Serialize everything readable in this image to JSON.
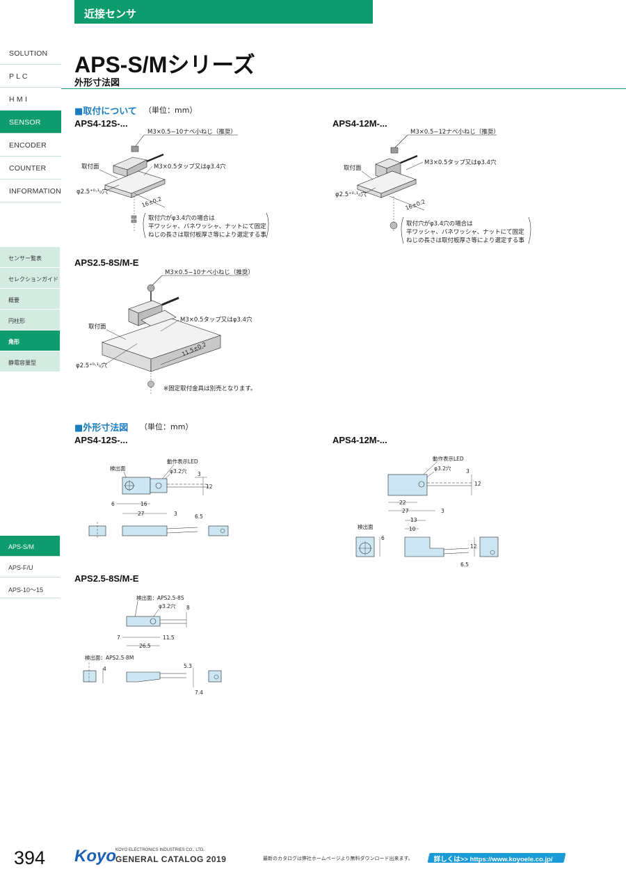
{
  "header": {
    "category": "近接センサ"
  },
  "nav": {
    "main": [
      "SOLUTION",
      "P L C",
      "H M I",
      "SENSOR",
      "ENCODER",
      "COUNTER",
      "INFORMATION"
    ],
    "sub": [
      "センサー覧表",
      "セレクションガイド",
      "概要",
      "円柱形",
      "角形",
      "静電容量型"
    ],
    "series": [
      "APS-S/M",
      "APS-F/U",
      "APS-10〜15"
    ]
  },
  "page": {
    "title": "APS-S/Mシリーズ",
    "subtitle": "外形寸法図"
  },
  "mounting": {
    "heading": "■取付について",
    "unit": "（単位：mm）",
    "aps4_12s": {
      "model": "APS4-12S-...",
      "screw": "M3×0.5−10ナベ小ねじ（推奨）",
      "face": "取付面",
      "tap": "M3×0.5タップ又はφ3.4穴",
      "hole": "φ2.5⁺⁰·¹₀穴",
      "dim": "16±0.2",
      "note1": "取付穴がφ3.4穴の場合は",
      "note2": "平ワッシャ、バネワッシャ、ナットにて固定",
      "note3": "ねじの長さは取付板厚さ等により選定する事"
    },
    "aps4_12m": {
      "model": "APS4-12M-...",
      "screw": "M3×0.5−12ナベ小ねじ（推奨）",
      "face": "取付面",
      "tap": "M3×0.5タップ又はφ3.4穴",
      "hole": "φ2.5⁺⁰·¹₀穴",
      "dim": "16±0.2",
      "note1": "取付穴がφ3.4穴の場合は",
      "note2": "平ワッシャ、バネワッシャ、ナットにて固定",
      "note3": "ねじの長さは取付板厚さ等により選定する事"
    },
    "aps2_5": {
      "model": "APS2.5-8S/M-E",
      "screw": "M3×0.5−10ナベ小ねじ（推奨）",
      "face": "取付面",
      "tap": "M3×0.5タップ又はφ3.4穴",
      "hole": "φ2.5⁺⁰·¹₀穴",
      "dim": "11.5±0.2",
      "note": "※固定取付金具は別売となります。"
    }
  },
  "dimensions": {
    "heading": "■外形寸法図",
    "unit": "（単位：mm）",
    "aps4_12s": {
      "model": "APS4-12S-...",
      "sensing_face": "検出面",
      "led": "動作表示LED",
      "hole": "φ3.2穴",
      "d3": "3",
      "d12": "12",
      "d6": "6",
      "d16": "16",
      "d27": "27",
      "d3b": "3",
      "d6_5": "6.5"
    },
    "aps4_12m": {
      "model": "APS4-12M-...",
      "led": "動作表示LED",
      "hole": "φ3.2穴",
      "sensing_face": "検出面",
      "d3": "3",
      "d12": "12",
      "d22": "22",
      "d27": "27",
      "d3b": "3",
      "d13": "13",
      "d10": "10",
      "d6": "6",
      "d12b": "12",
      "d6_5": "6.5"
    },
    "aps2_5": {
      "model": "APS2.5-8S/M-E",
      "sensing_face_s": "検出面：APS2.5-8S",
      "hole": "φ3.2穴",
      "d8": "8",
      "d7": "7",
      "d11_5": "11.5",
      "d26_5": "26.5",
      "sensing_face_m": "検出面：APS2.5-8M",
      "d4": "4",
      "d5_3": "5.3",
      "d7_4": "7.4"
    }
  },
  "footer": {
    "page_number": "394",
    "logo": "Koyo",
    "company": "KOYO ELECTRONICS INDUSTRIES CO., LTD.",
    "catalog": "GENERAL CATALOG 2019",
    "note": "最新のカタログは弊社ホームページより無料ダウンロード出来ます。",
    "link": "詳しくは>> https://www.koyoele.co.jp/"
  }
}
